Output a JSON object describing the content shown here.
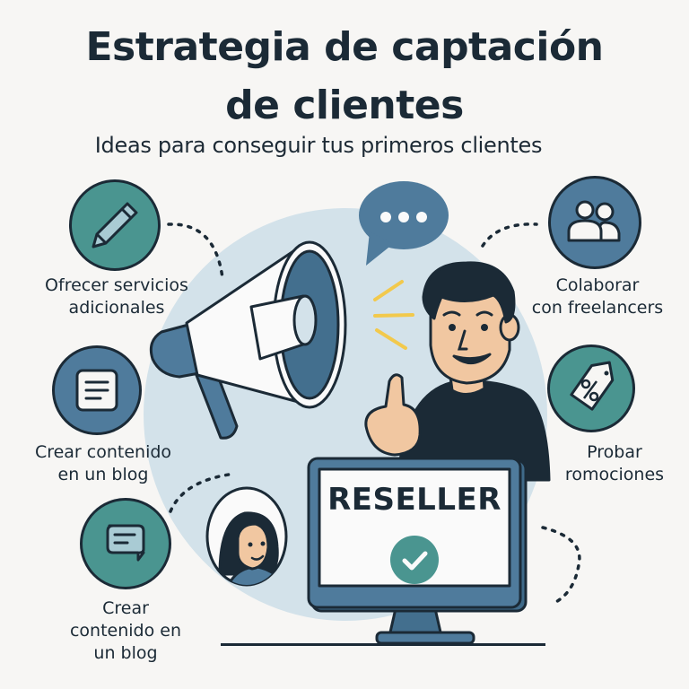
{
  "header": {
    "title_line1": "Estrategia de captación",
    "title_line2": "de clientes",
    "subtitle": "Ideas para conseguir tus primeros clientes"
  },
  "strategies": [
    {
      "label": "Ofrecer servicios adicionales",
      "lines": [
        "Ofrecer servicios",
        "adicionales"
      ],
      "icon": "pencil-icon",
      "color": "#4a9590"
    },
    {
      "label": "Crear contenido en un blog",
      "lines": [
        "Crear contenido",
        "en un blog"
      ],
      "icon": "document-icon",
      "color": "#4f7b9c"
    },
    {
      "label": "Crear contenido en un blog",
      "lines": [
        "Crear",
        "contenido en",
        "un blog"
      ],
      "icon": "chat-bubble-icon",
      "color": "#4a9590"
    },
    {
      "label": "Colaborar con freelancers",
      "lines": [
        "Colaborar",
        "con freelancers"
      ],
      "icon": "people-icon",
      "color": "#4f7b9c"
    },
    {
      "label": "Probar romociones",
      "lines": [
        "Probar",
        "romociones"
      ],
      "icon": "discount-tag-icon",
      "color": "#4a9590"
    }
  ],
  "illustration": {
    "monitor_text": "RESELLER",
    "speech_bubble": "•••"
  },
  "colors": {
    "background": "#f7f6f4",
    "teal": "#4a9590",
    "blue": "#4f7b9c",
    "dark": "#1b2a36",
    "light_blob": "#d3e2ea",
    "skin": "#f1c7a1",
    "accent_yellow": "#f2c94c"
  }
}
